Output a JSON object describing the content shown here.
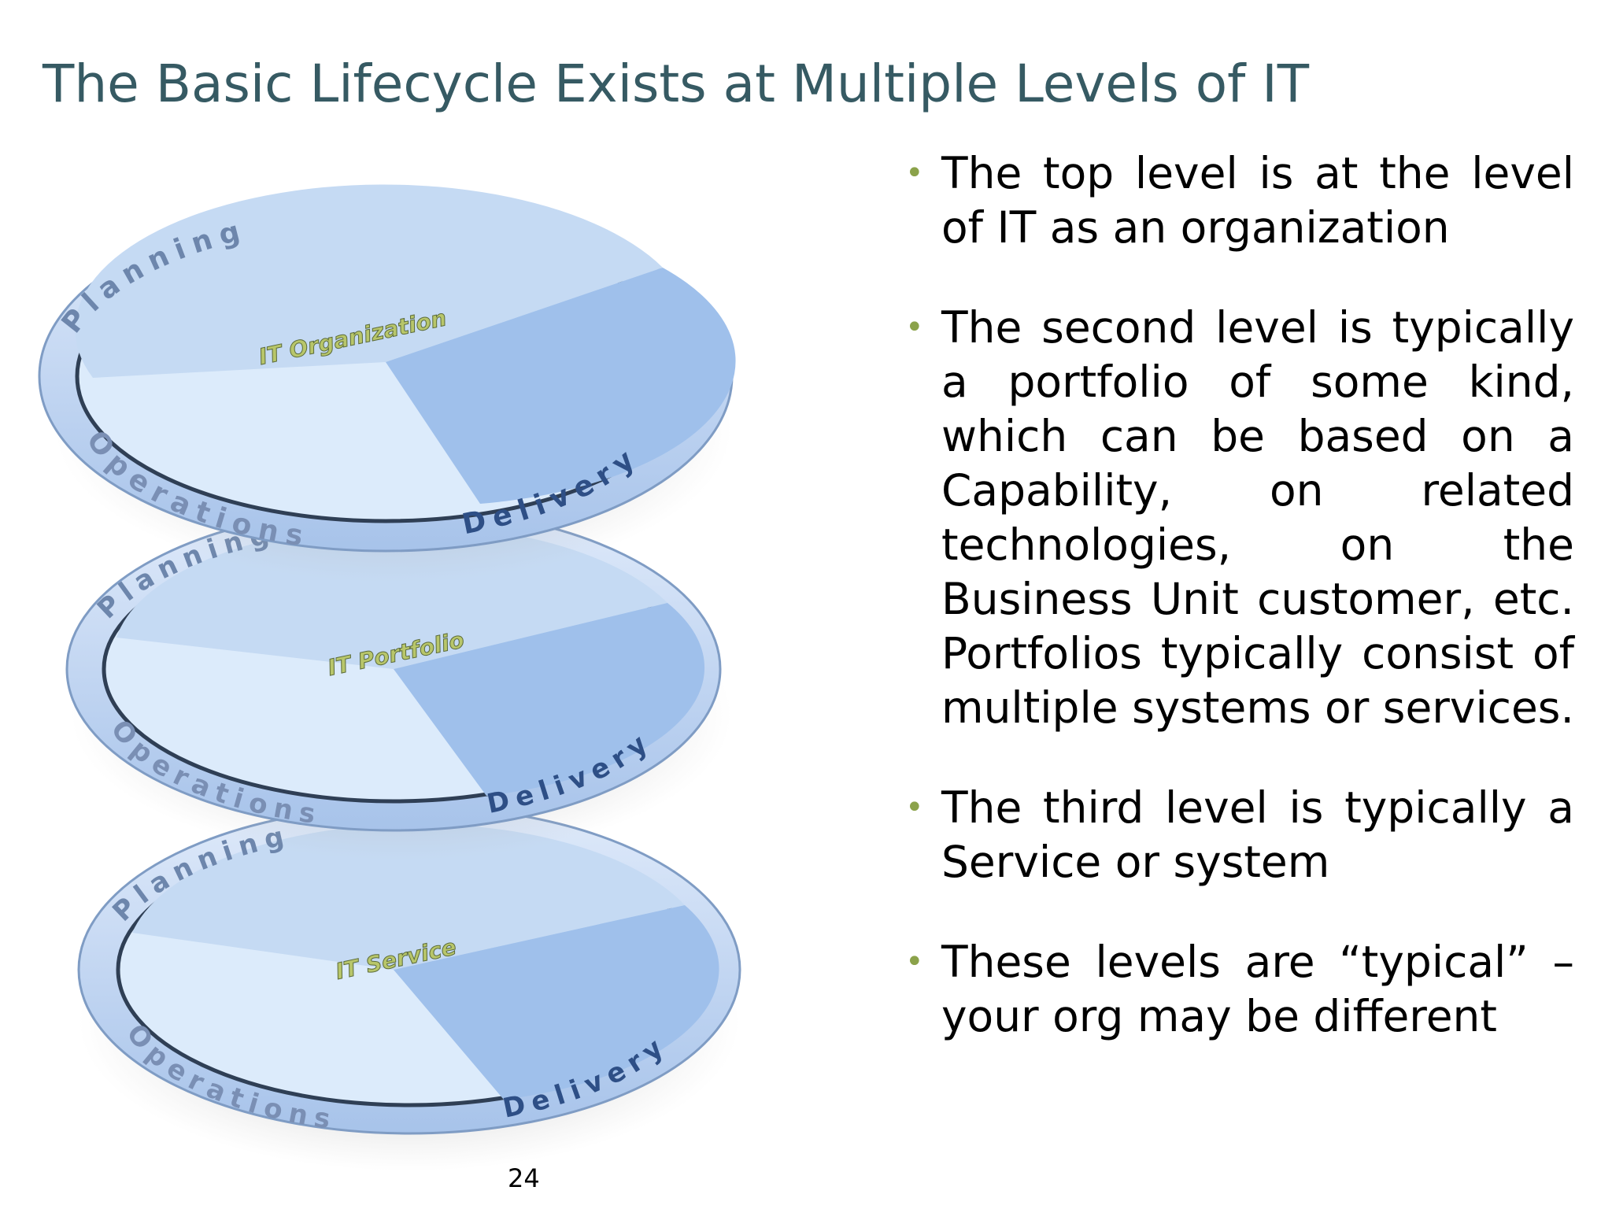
{
  "slide": {
    "title": "The Basic Lifecycle Exists at Multiple Levels of IT",
    "page_number": "24"
  },
  "diagram": {
    "rings": [
      {
        "center_label": "IT Organization",
        "planning": "Planning",
        "delivery": "Delivery",
        "operations": "Operations"
      },
      {
        "center_label": "IT Portfolio",
        "planning": "Planning",
        "delivery": "Delivery",
        "operations": "Operations"
      },
      {
        "center_label": "IT Service",
        "planning": "Planning",
        "delivery": "Delivery",
        "operations": "Operations"
      }
    ]
  },
  "bullets": [
    "The top level is at the level of IT as an organization",
    "The second level is typically a portfolio of some kind, which can be based on a Capability, on related technologies, on the Business Unit customer, etc. Portfolios typically consist of multiple systems or services.",
    "The third level is typically a Service or system",
    "These levels are “typical” – your org may be different"
  ],
  "bullet_glyph": "•",
  "colors": {
    "title": "#365a63",
    "bullet": "#8ba24a",
    "ring": "#b8d0ee",
    "label": "#b8c66a"
  }
}
